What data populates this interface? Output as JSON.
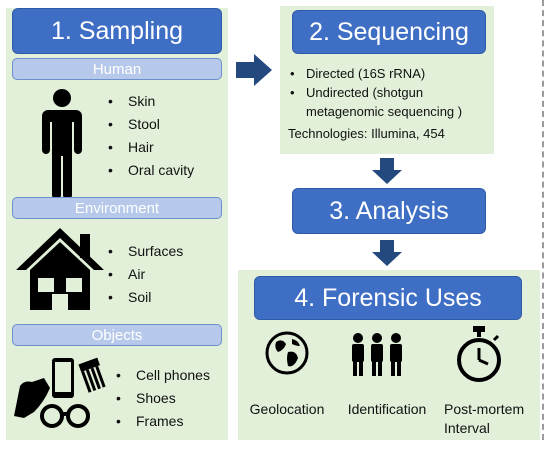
{
  "sampling": {
    "title": "1. Sampling",
    "groups": [
      {
        "label": "Human",
        "icon": "person-icon",
        "items": [
          "Skin",
          "Stool",
          "Hair",
          "Oral cavity"
        ]
      },
      {
        "label": "Environment",
        "icon": "house-icon",
        "items": [
          "Surfaces",
          "Air",
          "Soil"
        ]
      },
      {
        "label": "Objects",
        "icon": "objects-icon",
        "items": [
          "Cell phones",
          "Shoes",
          "Frames"
        ]
      }
    ]
  },
  "sequencing": {
    "title": "2. Sequencing",
    "items": [
      "Directed (16S rRNA)",
      "Undirected (shotgun metagenomic sequencing )"
    ],
    "technologies": "Technologies: Illumina, 454"
  },
  "analysis": {
    "title": "3. Analysis"
  },
  "forensic": {
    "title": "4. Forensic Uses",
    "uses": [
      {
        "label": "Geolocation",
        "icon": "globe-icon"
      },
      {
        "label": "Identification",
        "icon": "people-icon"
      },
      {
        "label": "Post-mortem Interval",
        "icon": "stopwatch-icon"
      }
    ]
  },
  "colors": {
    "step_blue": "#3f6fc4",
    "panel_green": "#e2f0d9",
    "subheader_blue": "#b7c9ea",
    "arrow_navy": "#24497e"
  }
}
